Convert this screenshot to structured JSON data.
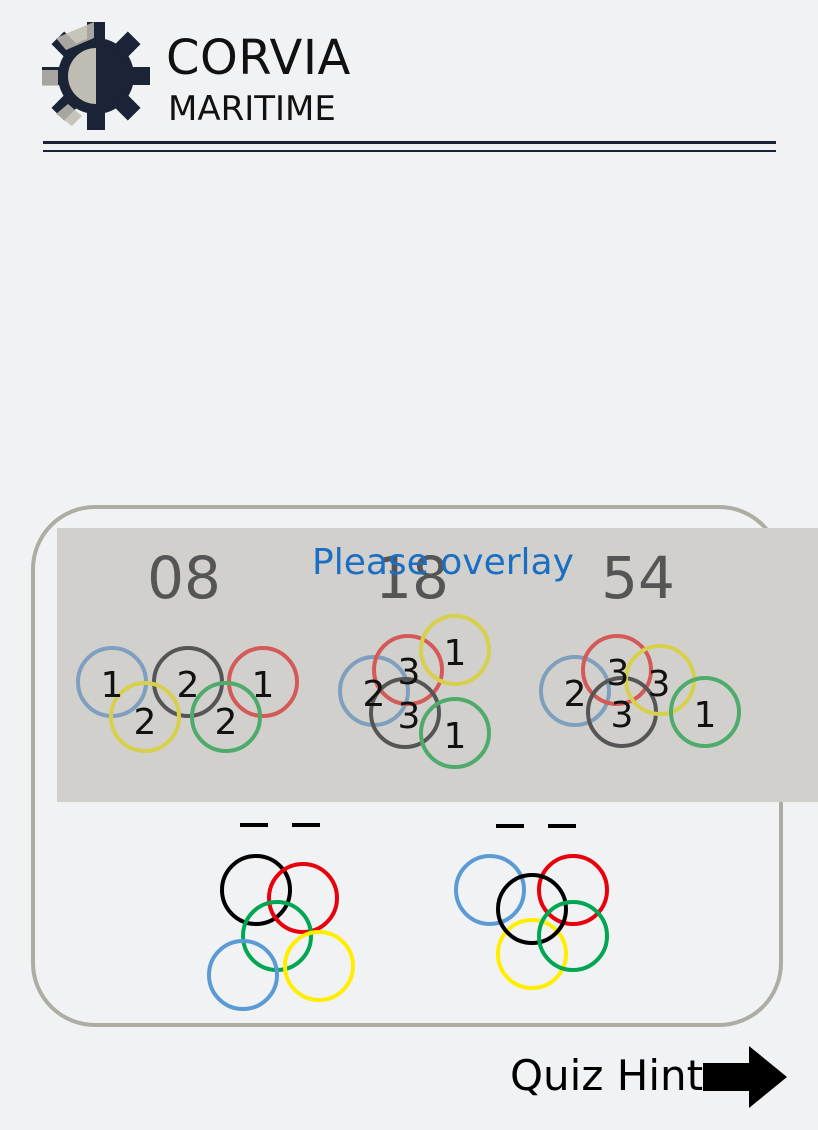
{
  "brand": {
    "line1": "CORVIA",
    "line2": "MARITIME",
    "logo_icon": "gear-icon"
  },
  "puzzle": {
    "prompt": "Please overlay",
    "clues": [
      {
        "number": "08",
        "rings": [
          {
            "color": "#7f9fbf",
            "label": "1"
          },
          {
            "color": "#555555",
            "label": "2"
          },
          {
            "color": "#d45a57",
            "label": "1"
          },
          {
            "color": "#d6d04d",
            "label": "2"
          },
          {
            "color": "#4fab6b",
            "label": "2"
          }
        ]
      },
      {
        "number": "18",
        "rings": [
          {
            "color": "#7f9fbf",
            "label": "2"
          },
          {
            "color": "#d45a57",
            "label": "3"
          },
          {
            "color": "#555555",
            "label": "3"
          },
          {
            "color": "#d6d04d",
            "label": "1"
          },
          {
            "color": "#4fab6b",
            "label": "1"
          }
        ]
      },
      {
        "number": "54",
        "rings": [
          {
            "color": "#7f9fbf",
            "label": "2"
          },
          {
            "color": "#d45a57",
            "label": "3"
          },
          {
            "color": "#555555",
            "label": "3"
          },
          {
            "color": "#d6d04d",
            "label": "3"
          },
          {
            "color": "#4fab6b",
            "label": "1"
          }
        ]
      }
    ],
    "answers": [
      {
        "blanks": [
          "_",
          "_"
        ],
        "rings": [
          {
            "color": "#000000"
          },
          {
            "color": "#e8000a"
          },
          {
            "color": "#00a651"
          },
          {
            "color": "#5b9bd5"
          },
          {
            "color": "#ffee00"
          }
        ]
      },
      {
        "blanks": [
          "_",
          "_"
        ],
        "rings": [
          {
            "color": "#5b9bd5"
          },
          {
            "color": "#e8000a"
          },
          {
            "color": "#000000"
          },
          {
            "color": "#00a651"
          },
          {
            "color": "#ffee00"
          }
        ]
      }
    ]
  },
  "hint": {
    "label": "Quiz Hint",
    "icon": "arrow-right-icon"
  }
}
